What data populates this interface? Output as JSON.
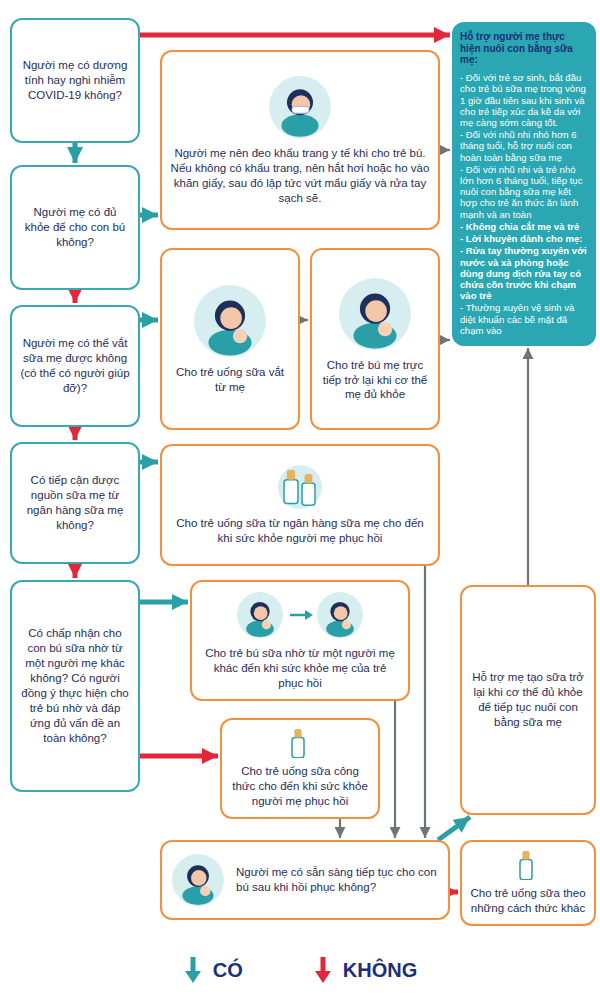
{
  "diagram": {
    "nodes": [
      {
        "text": [
          "Người mẹ có dương tính hay nghi nhiễm COVID-19 không?"
        ]
      },
      {
        "text": [
          "Người mẹ có đủ khỏe để cho con bú không?"
        ]
      },
      {
        "text": [
          "Người mẹ có thể vắt sữa mẹ được không (có thể có người giúp đỡ)?"
        ]
      },
      {
        "text": [
          "Có tiếp cận được nguồn sữa mẹ từ ngân hàng sữa mẹ không?"
        ]
      },
      {
        "text": [
          "Có chấp nhận cho con bú sữa nhờ từ một người mẹ khác không? Có người đồng ý thực hiện cho trẻ bú nhờ và đáp ứng đủ vấn đề an toàn không?"
        ]
      },
      {
        "text": [
          "Người mẹ nên đeo khẩu trang y tế khi cho trẻ bú. Nếu không có khẩu trang, nên hắt hơi hoặc ho vào khăn giấy, sau đó lập tức vứt mẩu giấy và rửa tay sạch sẽ."
        ]
      },
      {
        "text": [
          "Cho trẻ uống sữa vắt từ mẹ"
        ]
      },
      {
        "text": [
          "Cho trẻ bú mẹ trực tiếp trở lại khi cơ thể mẹ đủ khỏe"
        ]
      },
      {
        "text": [
          "Cho trẻ uống sữa từ ngân hàng sữa mẹ cho đến khi sức khỏe người mẹ phục hồi"
        ]
      },
      {
        "text": [
          "Cho trẻ bú sữa nhờ từ một người mẹ khác đến khi sức khỏe mẹ của trẻ phục hồi"
        ]
      },
      {
        "text": [
          "Cho trẻ uống sữa công thức cho đến khi sức khỏe người mẹ phục hồi"
        ]
      },
      {
        "text": [
          "Hỗ trợ người mẹ thực hiện nuôi con bằng sữa mẹ:",
          "- Đối với trẻ sơ sinh, bắt đầu cho trẻ bú sữa mẹ trong vòng 1 giờ đầu tiên sau khi sinh và cho trẻ tiếp xúc da kề da với mẹ càng sớm càng tốt.",
          "- Đối với nhũ nhi nhỏ hơn 6 tháng tuổi, hỗ trợ nuôi con hoàn toàn bằng sữa mẹ",
          "- Đối với nhũ nhi và trẻ nhỏ lớn hơn 6 tháng tuổi, tiếp tục nuôi con bằng sữa mẹ kết hợp cho trẻ ăn thức ăn lành mạnh và an toàn",
          "- Không chia cắt mẹ và trẻ",
          "- Lời khuyên dành cho mẹ:",
          "- Rửa tay thường xuyên với nước và xà phòng hoặc dùng dung dịch rửa tay có chứa cồn trước khi chạm vào trẻ",
          "- Thường xuyên vệ sinh và diệt khuẩn các bề mặt đã chạm vào"
        ]
      },
      {
        "text": [
          "Hỗ trợ mẹ tạo sữa trở lại khi cơ thể đủ khỏe để tiếp tục nuôi con bằng sữa mẹ"
        ]
      },
      {
        "text": [
          "Người mẹ có sẵn sàng tiếp tục cho con bú sau khi hồi phục không?"
        ]
      },
      {
        "text": [
          "Cho trẻ uống sữa theo những cách thức khác"
        ]
      }
    ],
    "edges": [
      {
        "from": 0,
        "to": 11,
        "arrow": "to"
      },
      {
        "from": 0,
        "to": 1,
        "arrow": "to"
      },
      {
        "from": 1,
        "to": 5,
        "arrow": "to"
      },
      {
        "from": 5,
        "to": 11,
        "arrow": "to"
      },
      {
        "from": 1,
        "to": 2,
        "arrow": "to"
      },
      {
        "from": 2,
        "to": 6,
        "arrow": "to"
      },
      {
        "from": 6,
        "to": 7,
        "arrow": "to"
      },
      {
        "from": 7,
        "to": 11,
        "arrow": "to"
      },
      {
        "from": 2,
        "to": 3,
        "arrow": "to"
      },
      {
        "from": 3,
        "to": 8,
        "arrow": "to"
      },
      {
        "from": 3,
        "to": 4,
        "arrow": "to"
      },
      {
        "from": 4,
        "to": 9,
        "arrow": "to"
      },
      {
        "from": 4,
        "to": 10,
        "arrow": "to"
      },
      {
        "from": 8,
        "to": 13,
        "arrow": "to"
      },
      {
        "from": 9,
        "to": 13,
        "arrow": "to"
      },
      {
        "from": 10,
        "to": 13,
        "arrow": "to"
      },
      {
        "from": 13,
        "to": 12,
        "arrow": "to"
      },
      {
        "from": 12,
        "to": 11,
        "arrow": "to"
      },
      {
        "from": 13,
        "to": 14,
        "arrow": "to"
      }
    ],
    "legend": [
      {
        "text": "CÓ"
      },
      {
        "text": "KHÔNG"
      }
    ]
  }
}
